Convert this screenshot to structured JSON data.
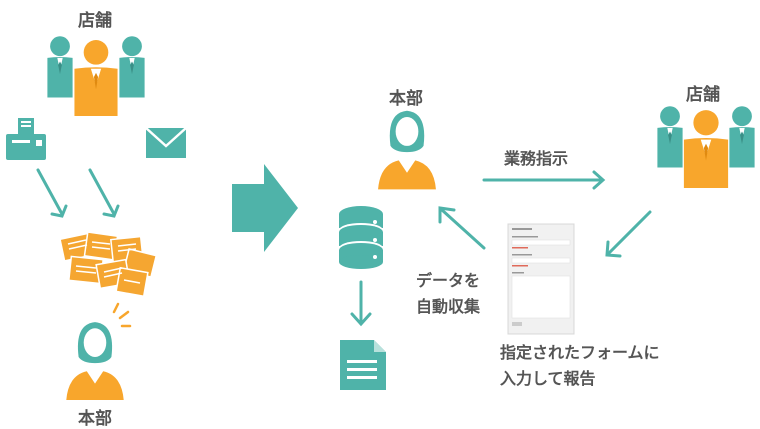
{
  "colors": {
    "teal": "#4fb3a9",
    "orange": "#f8a62c",
    "paper_orange": "#f5a631",
    "text": "#555555",
    "form_bg": "#f1f1f1",
    "form_border": "#d8d8d8",
    "form_red": "#e06a5a"
  },
  "left": {
    "store_label": "店舗",
    "hq_label": "本部",
    "icons": [
      "people-icon",
      "fax-icon",
      "mail-icon",
      "paper-pile-icon",
      "worried-woman-icon"
    ]
  },
  "right": {
    "hq_label": "本部",
    "store_label": "店舗",
    "instruction_label": "業務指示",
    "collect_label_line1": "データを",
    "collect_label_line2": "自動収集",
    "report_label_line1": "指定されたフォームに",
    "report_label_line2": "入力して報告",
    "icons": [
      "woman-icon",
      "people-icon",
      "database-icon",
      "document-icon",
      "form-icon"
    ]
  },
  "center_arrow_icon": "big-arrow-right-icon"
}
